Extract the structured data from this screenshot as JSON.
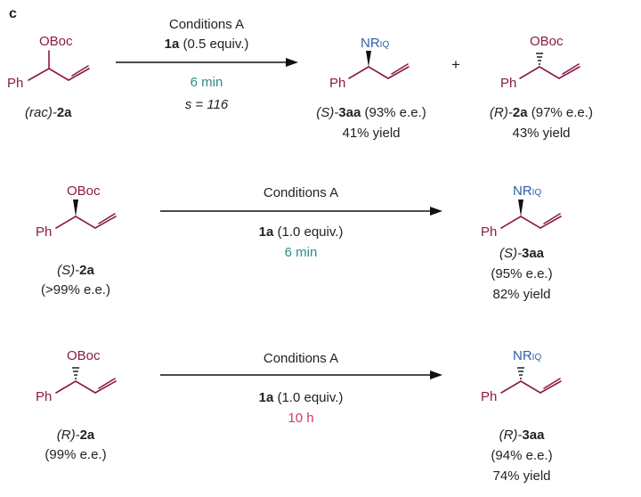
{
  "panel_label": "c",
  "row1": {
    "substrate": {
      "group": "OBoc",
      "ph": "Ph",
      "label_pre": "(rac)-",
      "label_bold": "2a"
    },
    "arrow": {
      "conditions": "Conditions A",
      "reagent_bold": "1a",
      "reagent_rest": " (0.5 equiv.)",
      "time": "6 min",
      "s_value": "s = 116"
    },
    "plus": "+",
    "product1": {
      "group": "NR",
      "group_sub": "IQ",
      "ph": "Ph",
      "label_pre": "(S)-",
      "label_bold": "3aa",
      "label_rest": " (93% e.e.)",
      "yield": "41% yield"
    },
    "product2": {
      "group": "OBoc",
      "ph": "Ph",
      "label_pre": "(R)-",
      "label_bold": "2a",
      "label_rest": " (97% e.e.)",
      "yield": "43% yield"
    }
  },
  "row2": {
    "substrate": {
      "group": "OBoc",
      "ph": "Ph",
      "label_pre": "(S)-",
      "label_bold": "2a",
      "ee": "(>99% e.e.)"
    },
    "arrow": {
      "conditions": "Conditions A",
      "reagent_bold": "1a",
      "reagent_rest": " (1.0 equiv.)",
      "time": "6 min"
    },
    "product": {
      "group": "NR",
      "group_sub": "IQ",
      "ph": "Ph",
      "label_pre": "(S)-",
      "label_bold": "3aa",
      "ee": "(95% e.e.)",
      "yield": "82% yield"
    }
  },
  "row3": {
    "substrate": {
      "group": "OBoc",
      "ph": "Ph",
      "label_pre": "(R)-",
      "label_bold": "2a",
      "ee": "(99% e.e.)"
    },
    "arrow": {
      "conditions": "Conditions A",
      "reagent_bold": "1a",
      "reagent_rest": " (1.0 equiv.)",
      "time": "10 h"
    },
    "product": {
      "group": "NR",
      "group_sub": "IQ",
      "ph": "Ph",
      "label_pre": "(R)-",
      "label_bold": "3aa",
      "ee": "(94% e.e.)",
      "yield": "74% yield"
    }
  },
  "colors": {
    "bond": "#8b1a4a",
    "time_teal": "#2e8b8b",
    "time_pink": "#d6336c",
    "nitrogen": "#2f5fa8",
    "text": "#222222"
  }
}
